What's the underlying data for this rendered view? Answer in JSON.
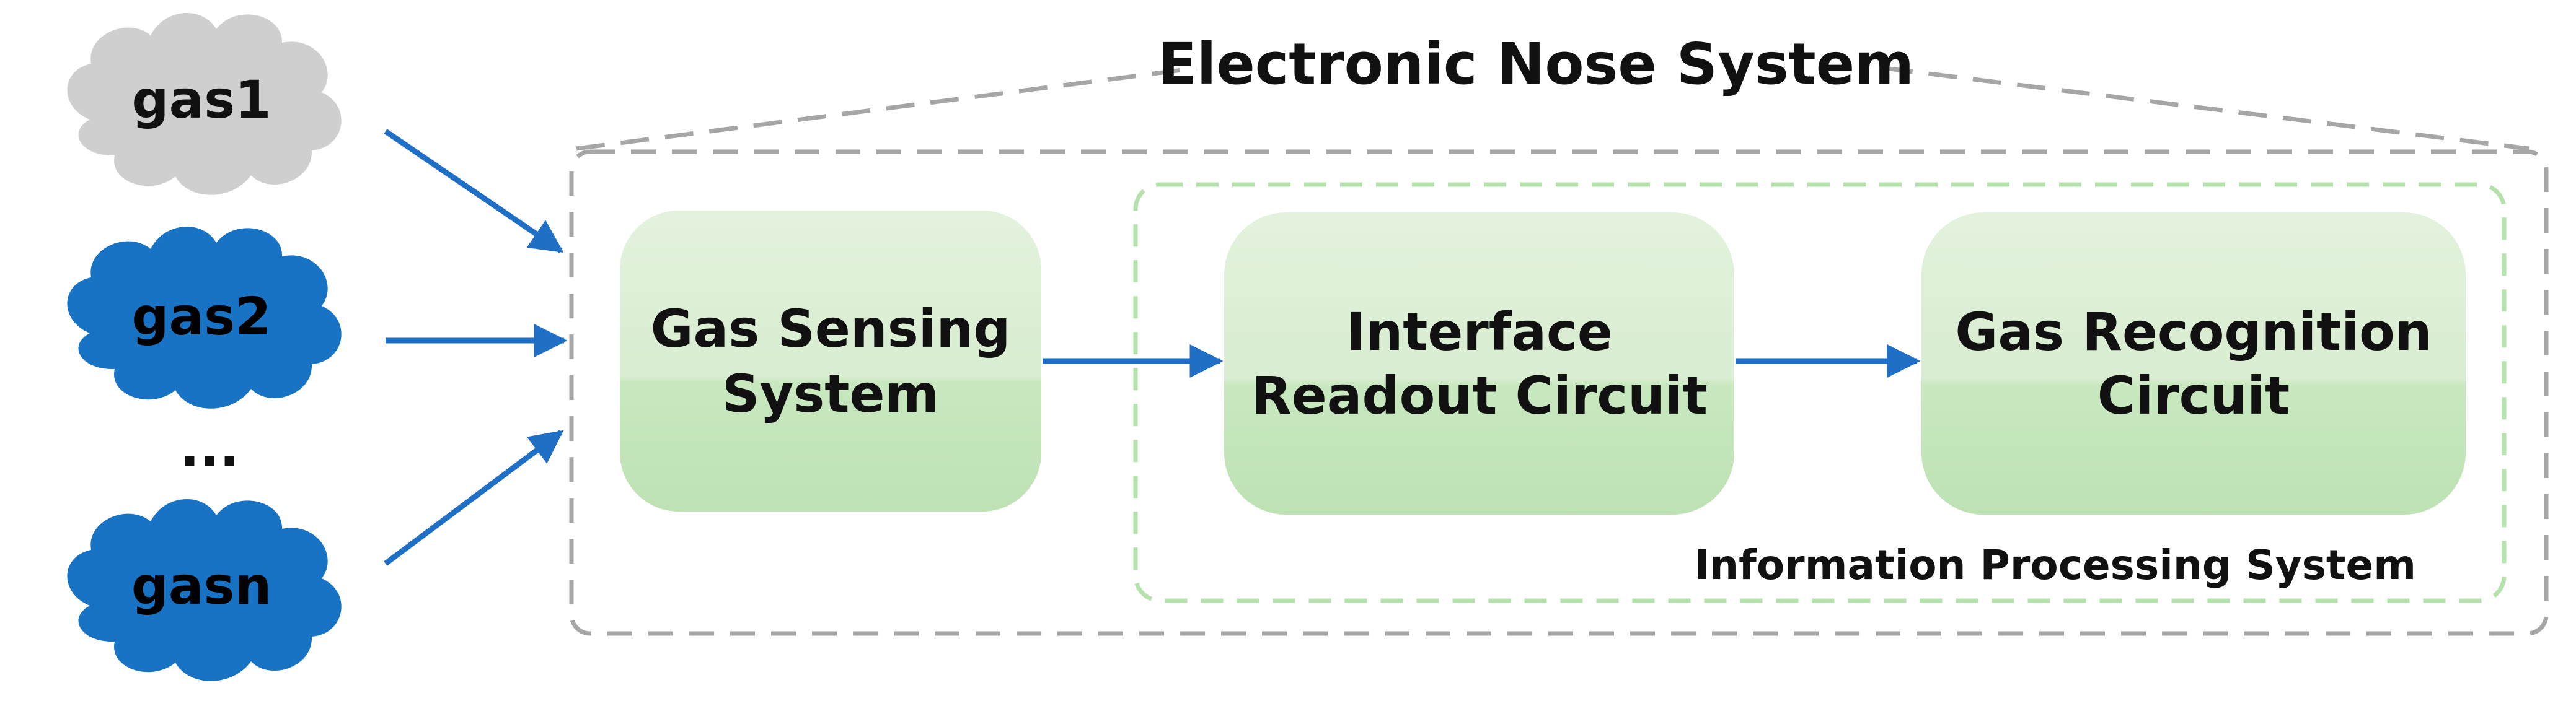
{
  "title": "Electronic Nose System",
  "gases": [
    {
      "label": "gas1",
      "color": "#cfcfcf"
    },
    {
      "label": "gas2",
      "color": "#1873c5"
    },
    {
      "label": "...",
      "color": "#111111"
    },
    {
      "label": "gasn",
      "color": "#1873c5"
    }
  ],
  "blocks": [
    {
      "line1": "Gas Sensing",
      "line2": "System"
    },
    {
      "line1": "Interface",
      "line2": "Readout Circuit"
    },
    {
      "line1": "Gas Recognition",
      "line2": "Circuit"
    }
  ],
  "subsystem_label": "Information Processing System",
  "colors": {
    "arrow": "#1f6fc6",
    "outer_border": "#a6a6a6",
    "inner_border": "#b5e2ac",
    "block_top": "#e3f2dd",
    "block_bottom": "#bfe3b6",
    "gray_cloud": "#cfcfcf",
    "blue_cloud": "#1873c5"
  }
}
